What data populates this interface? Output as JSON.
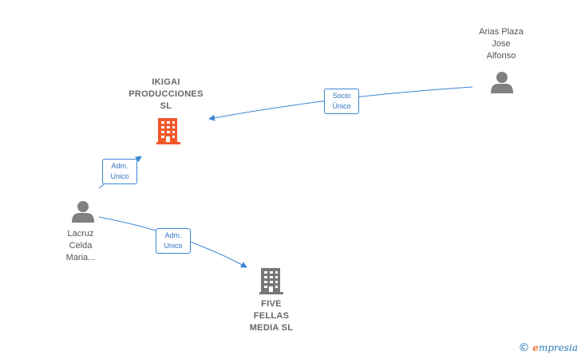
{
  "nodes": {
    "ikigai": {
      "label": "IKIGAI\nPRODUCCIONES\nSL",
      "type": "company",
      "color": "#f0582a"
    },
    "five_fellas": {
      "label": "FIVE\nFELLAS\nMEDIA  SL",
      "type": "company",
      "color": "#777777"
    },
    "arias": {
      "label": "Arias Plaza\nJose\nAlfonso",
      "type": "person",
      "color": "#808080"
    },
    "lacruz": {
      "label": "Lacruz\nCelda\nMaria...",
      "type": "person",
      "color": "#808080"
    }
  },
  "edges": {
    "arias_ikigai": {
      "label": "Socio\nÚnico"
    },
    "lacruz_ikigai": {
      "label": "Adm.\nUnico"
    },
    "lacruz_five": {
      "label": "Adm.\nUnico"
    }
  },
  "colors": {
    "edge": "#3a86d4",
    "edge_label_text": "#2f74c0"
  },
  "watermark": {
    "copyright": "©",
    "brand_initial": "e",
    "brand_rest": "mpresia"
  }
}
